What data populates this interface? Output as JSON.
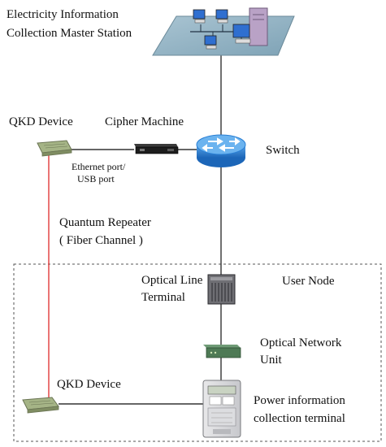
{
  "diagram": {
    "master_station": {
      "label_line1": "Electricity Information",
      "label_line2": "Collection Master Station"
    },
    "qkd_device_top": {
      "label": "QKD Device"
    },
    "cipher_machine": {
      "label": "Cipher Machine"
    },
    "switch": {
      "label": "Switch"
    },
    "port": {
      "label_line1": "Ethernet port/",
      "label_line2": "USB port"
    },
    "quantum_repeater": {
      "label_line1": "Quantum Repeater",
      "label_line2": "( Fiber Channel )"
    },
    "user_node": {
      "label": "User Node"
    },
    "olt": {
      "label_line1": "Optical Line",
      "label_line2": "Terminal"
    },
    "onu": {
      "label_line1": "Optical Network",
      "label_line2": "Unit"
    },
    "qkd_device_bottom": {
      "label": "QKD Device"
    },
    "power_terminal": {
      "label_line1": "Power information",
      "label_line2": "collection terminal"
    },
    "colors": {
      "link_line": "#333333",
      "quantum_fiber": "#e03a3a",
      "network_plane": "#8fb2c4",
      "switch_blue": "#2a7fd4",
      "qkd_green": "#a5b486",
      "onu_green": "#4e7a55",
      "workstation_purple": "#b9a2c6"
    }
  }
}
